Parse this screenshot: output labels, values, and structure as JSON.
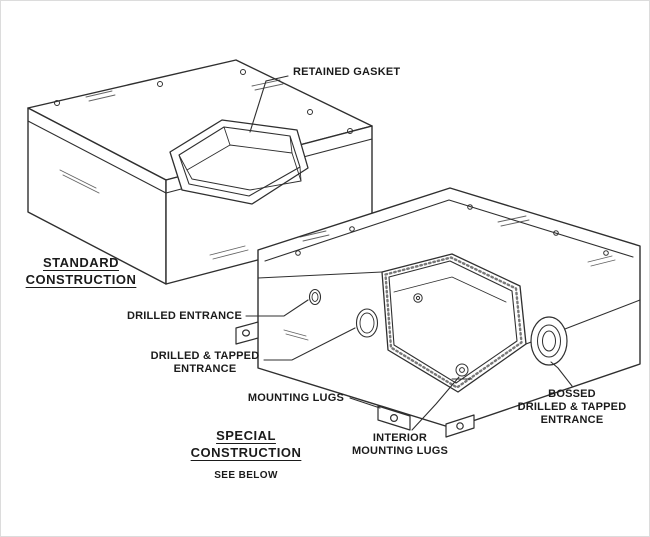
{
  "style": {
    "line_color": "#2f2f2f",
    "background": "#ffffff",
    "text_color": "#1b1b1b"
  },
  "labels": {
    "retained_gasket": {
      "text": "RETAINED GASKET"
    },
    "standard_construction": {
      "line1": "STANDARD",
      "line2": "CONSTRUCTION"
    },
    "drilled_entrance": {
      "text": "DRILLED ENTRANCE"
    },
    "drilled_tapped_entrance": {
      "line1": "DRILLED & TAPPED",
      "line2": "ENTRANCE"
    },
    "mounting_lugs": {
      "text": "MOUNTING LUGS"
    },
    "interior_mounting_lugs": {
      "line1": "INTERIOR",
      "line2": "MOUNTING LUGS"
    },
    "bossed_entrance": {
      "line1": "BOSSED",
      "line2": "DRILLED & TAPPED",
      "line3": "ENTRANCE"
    },
    "special_construction": {
      "line1": "SPECIAL",
      "line2": "CONSTRUCTION"
    },
    "see_below": {
      "text": "SEE BELOW"
    }
  }
}
